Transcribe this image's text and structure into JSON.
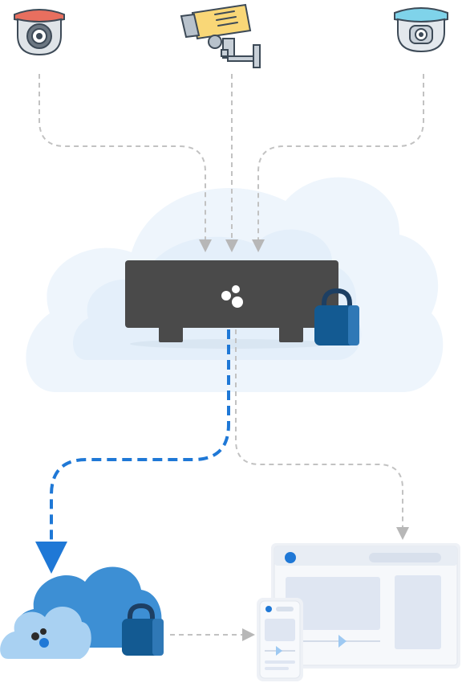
{
  "diagram": {
    "cameras": [
      {
        "kind": "dome-camera",
        "ring_color": "#e86f5f"
      },
      {
        "kind": "bullet-camera",
        "body_color": "#f9d777"
      },
      {
        "kind": "dome-camera",
        "ring_color": "#7fd3ea"
      }
    ],
    "hub": {
      "kind": "edge-recorder",
      "body_color": "#4a4a4a",
      "logo_color": "#ffffff",
      "secured": true
    },
    "cloud": {
      "kind": "cloud-storage",
      "color": "#3d8fd4",
      "secured": true
    },
    "clients": [
      {
        "kind": "mobile-app"
      },
      {
        "kind": "web-dashboard"
      }
    ],
    "connections": [
      {
        "from": "cameras",
        "to": "hub",
        "style": "dashed-gray"
      },
      {
        "from": "hub",
        "to": "cloud",
        "style": "dashed-blue"
      },
      {
        "from": "hub",
        "to": "web-dashboard",
        "style": "dashed-gray"
      },
      {
        "from": "cloud",
        "to": "mobile-app",
        "style": "dashed-gray"
      }
    ],
    "colors": {
      "connector_gray": "#c2c2c2",
      "connector_blue": "#1f78d6",
      "lock_blue": "#135a92",
      "background_cloud": "#eef5fc"
    }
  }
}
